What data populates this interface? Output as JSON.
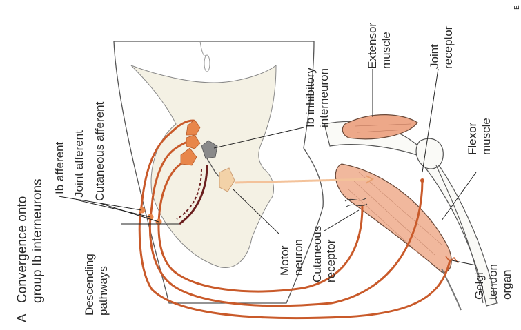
{
  "panel_letter": "A",
  "panel_title_line1": "Convergence onto",
  "panel_title_line2": "group Ib interneurons",
  "labels": {
    "ib_afferent": "Ib afferent",
    "joint_afferent": "Joint afferent",
    "cutaneous_afferent": "Cutaneous afferent",
    "ib_inhibitory_line1": "Ib inhibitory",
    "ib_inhibitory_line2": "interneuron",
    "extensor_line1": "Extensor",
    "extensor_line2": "muscle",
    "joint_receptor_line1": "Joint",
    "joint_receptor_line2": "receptor",
    "flexor_line1": "Flexor",
    "flexor_line2": "muscle",
    "golgi_line1": "Golgi",
    "golgi_line2": "tendon",
    "golgi_line3": "organ",
    "cutaneous_receptor_line1": "Cutaneous",
    "cutaneous_receptor_line2": "receptor",
    "motor_neuron_line1": "Motor",
    "motor_neuron_line2": "neuron",
    "descending_line1": "Descending",
    "descending_line2": "pathways",
    "edge_letter": "E"
  },
  "colors": {
    "afferent": "#c95a2a",
    "interneuron_orange": "#e8864a",
    "inhibitory_gray": "#8a8a8a",
    "motor_neuron": "#f3d2a8",
    "gray_matter": "#f4f1e4",
    "muscle": "#eda889",
    "descending": "#6b1f1f"
  }
}
